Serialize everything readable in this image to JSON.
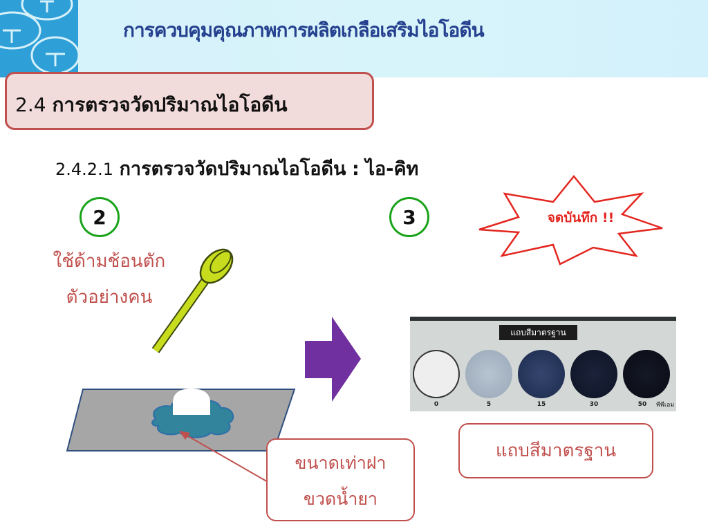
{
  "header": {
    "title": "การควบคุมคุณภาพการผลิตเกลือเสริมไอโอดีน"
  },
  "section": {
    "number": "2.4",
    "title": "การตรวจวัดปริมาณไอโอดีน"
  },
  "subsection": {
    "number": "2.4.2.1",
    "title": "การตรวจวัดปริมาณไอโอดีน",
    "colon": ":",
    "method": "ไอ-คิท"
  },
  "steps": [
    {
      "number": "2",
      "text_line1": "ใช้ด้ามช้อนตัก",
      "text_line2": "ตัวอย่างคน"
    },
    {
      "number": "3"
    }
  ],
  "note": {
    "text": "จดบันทึก !!"
  },
  "callouts": {
    "lid_line1": "ขนาดเท่าฝา",
    "lid_line2": "ขวดน้ำยา",
    "standard_strip": "แถบสีมาตรฐาน"
  },
  "standard_photo": {
    "banner": "แถบสีมาตรฐาน",
    "levels": [
      "0",
      "5",
      "15",
      "30",
      "50"
    ],
    "brand": "พีพีเอม"
  },
  "colors": {
    "title_blue": "#24408e",
    "accent_red": "#c0504d",
    "step_green": "#19a319",
    "spoon_yellow": "#c8dc1e",
    "arrow_purple": "#7030a0",
    "puddle_teal": "#31849b",
    "tray_gray": "#a6a6a6"
  }
}
